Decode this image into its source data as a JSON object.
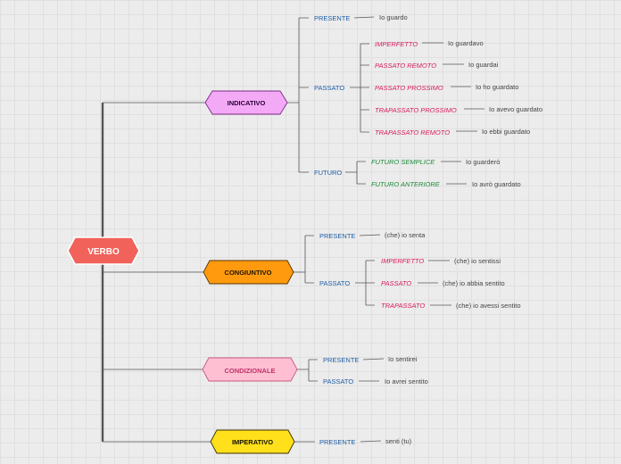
{
  "root": {
    "label": "VERBO"
  },
  "moods": [
    {
      "label": "INDICATIVO",
      "style": {
        "fill": "#f4a9f7",
        "stroke": "#7a2a86",
        "text": "#2a0033"
      },
      "tenses": [
        {
          "label": "PRESENTE",
          "example": "Io guardo"
        },
        {
          "label": "PASSATO",
          "forms": [
            {
              "label": "IMPERFETTO",
              "example": "Io guardavo"
            },
            {
              "label": "PASSATO REMOTO",
              "example": "Io guardai"
            },
            {
              "label": "PASSATO PROSSIMO",
              "example": "Io ho guardato"
            },
            {
              "label": "TRAPASSATO PROSSIMO",
              "example": "Io avevo guardato"
            },
            {
              "label": "TRAPASSATO REMOTO",
              "example": "Io ebbi guardato"
            }
          ]
        },
        {
          "label": "FUTURO",
          "forms": [
            {
              "label": "FUTURO SEMPLICE",
              "example": "Io guarderò"
            },
            {
              "label": "FUTURO ANTERIORE",
              "example": "Io avrò guardato"
            }
          ]
        }
      ]
    },
    {
      "label": "CONGIUNTIVO",
      "style": {
        "fill": "#ff9a0e",
        "stroke": "#5a3400",
        "text": "#1f1300"
      },
      "tenses": [
        {
          "label": "PRESENTE",
          "example": "(che) io senta"
        },
        {
          "label": "PASSATO",
          "forms": [
            {
              "label": "IMPERFETTO",
              "example": "(che) io sentissi"
            },
            {
              "label": "PASSATO",
              "example": "(che) io abbia sentito"
            },
            {
              "label": "TRAPASSATO",
              "example": "(che) io avessi sentito"
            }
          ]
        }
      ]
    },
    {
      "label": "CONDIZIONALE",
      "style": {
        "fill": "#ffbfd3",
        "stroke": "#c7577f",
        "text": "#c0336a"
      },
      "tenses": [
        {
          "label": "PRESENTE",
          "example": "Io sentirei"
        },
        {
          "label": "PASSATO",
          "example": "Io avrei sentito"
        }
      ]
    },
    {
      "label": "IMPERATIVO",
      "style": {
        "fill": "#ffe01a",
        "stroke": "#3a3000",
        "text": "#141000"
      },
      "tenses": [
        {
          "label": "PRESENTE",
          "example": "senti (tu)"
        }
      ]
    }
  ],
  "colors": {
    "root_fill": "#f0625a",
    "tense_text": "#1f5fa8",
    "passato_form_text": "#d81b60",
    "futuro_form_text": "#1e8c3a",
    "example_text": "#444444",
    "line": "#555555"
  }
}
